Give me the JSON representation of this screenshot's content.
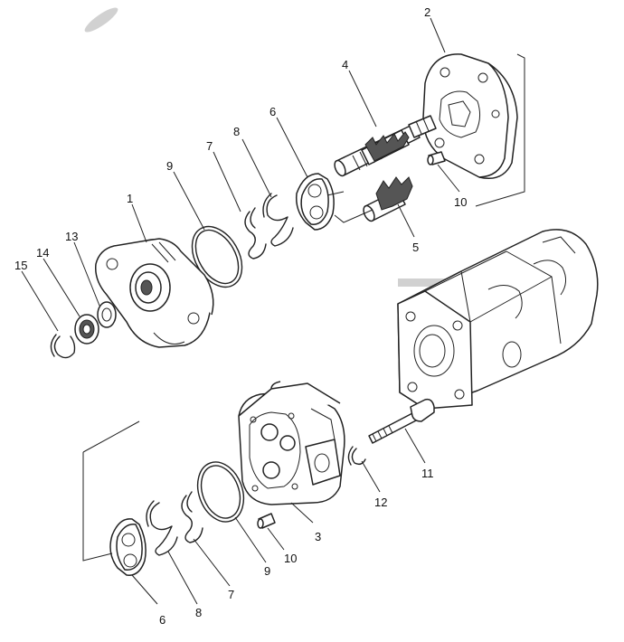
{
  "callouts": {
    "c1": "1",
    "c2": "2",
    "c3": "3",
    "c4": "4",
    "c5": "5",
    "c6a": "6",
    "c6b": "6",
    "c7a": "7",
    "c7b": "7",
    "c8a": "8",
    "c8b": "8",
    "c9a": "9",
    "c9b": "9",
    "c10a": "10",
    "c10b": "10",
    "c11": "11",
    "c12": "12",
    "c13": "13",
    "c14": "14",
    "c15": "15"
  }
}
